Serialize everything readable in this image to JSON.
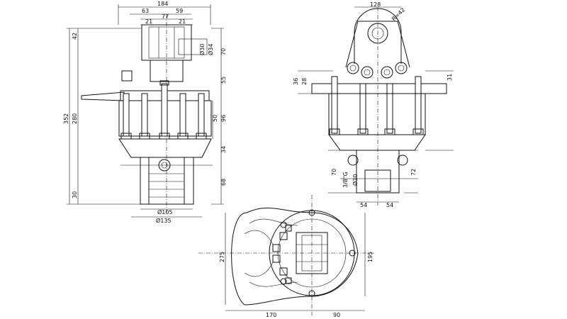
{
  "front_view": {
    "dims": {
      "overall_width": "184",
      "left_offset": "63",
      "right_offset": "59",
      "center_width": "77",
      "lug_left": "21",
      "lug_right": "21",
      "bore_1": "Ø30",
      "bore_2": "Ø34",
      "top_height": "42",
      "height_70": "70",
      "height_55": "55",
      "height_50": "50",
      "height_96": "96",
      "height_34": "34",
      "height_68": "68",
      "overall_height": "352",
      "height_280": "280",
      "height_30": "30",
      "dia_105": "Ø105",
      "dia_135": "Ø135"
    }
  },
  "side_view": {
    "dims": {
      "width_128": "128",
      "radius": "R=42",
      "dim_36": "36",
      "dim_28": "28",
      "dim_31": "31",
      "dim_70": "70",
      "thread": "3/8\"G",
      "bore": "Ø30",
      "dim_72": "72",
      "left_54": "54",
      "right_54": "54"
    }
  },
  "top_view": {
    "dims": {
      "height_275": "275",
      "height_195": "195",
      "bottom_170": "170",
      "bottom_90": "90"
    }
  }
}
